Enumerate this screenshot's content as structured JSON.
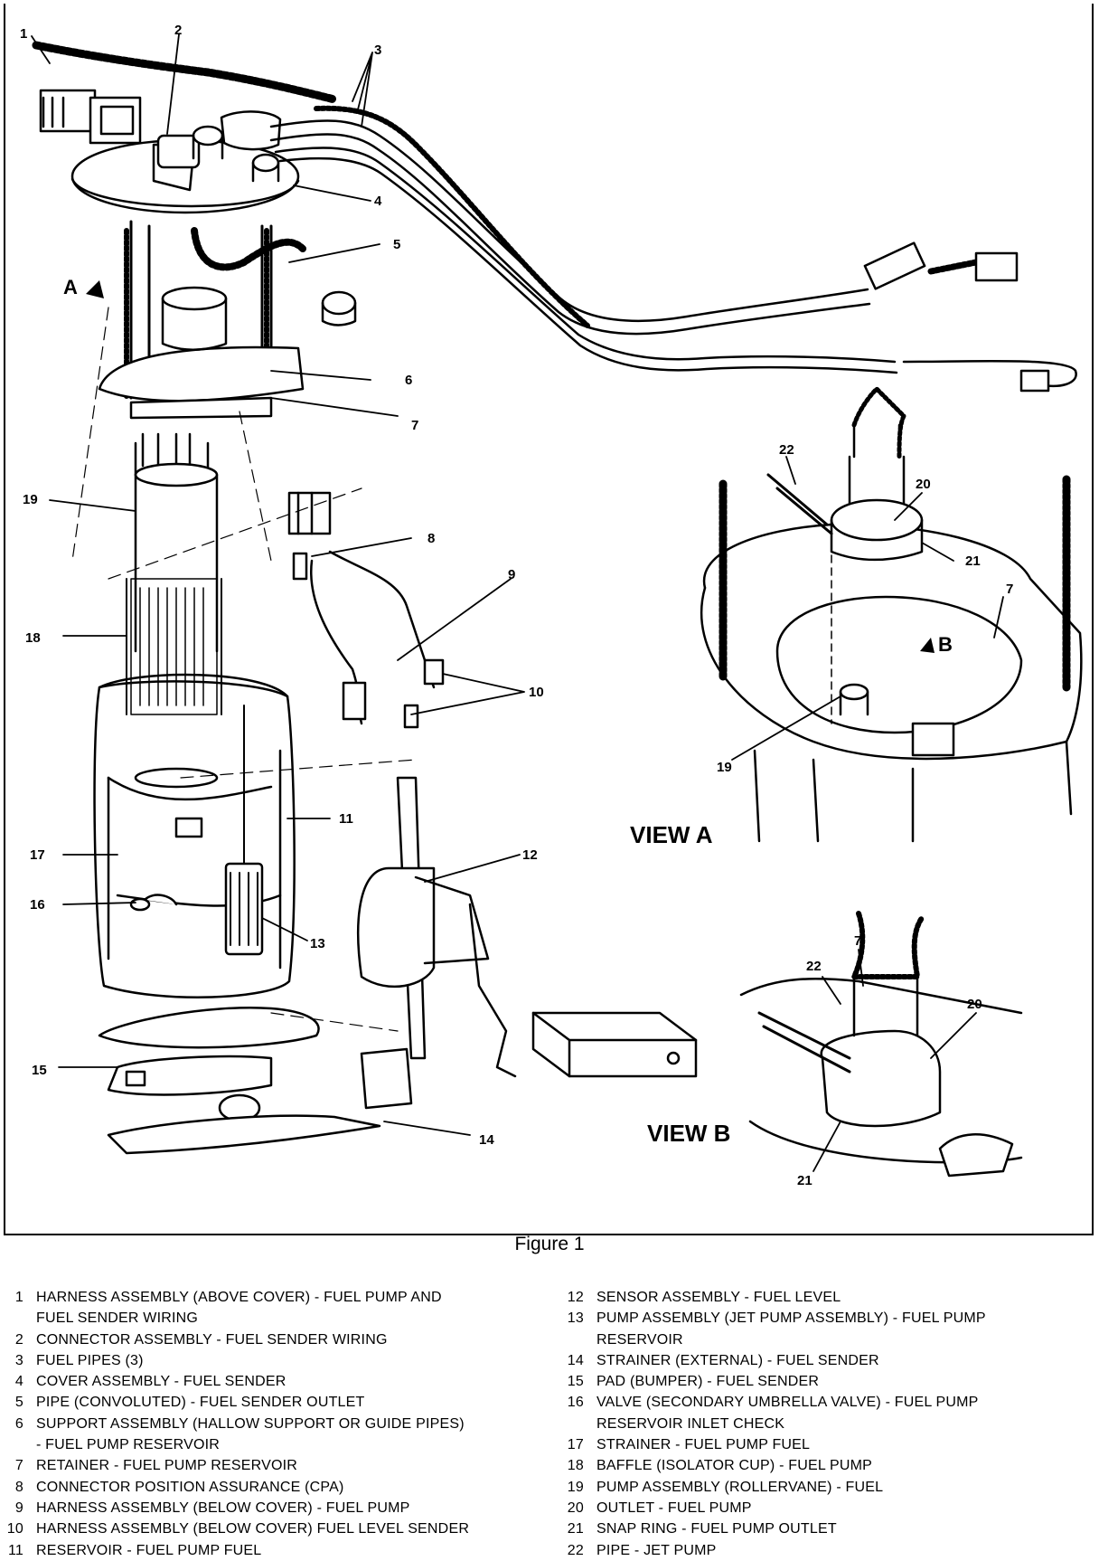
{
  "figure": {
    "caption": "Figure 1",
    "views": {
      "view_a": "VIEW A",
      "view_b": "VIEW B"
    },
    "callouts": {
      "c1": "1",
      "c2": "2",
      "c3": "3",
      "c4": "4",
      "c5": "5",
      "c6": "6",
      "c7": "7",
      "c8": "8",
      "c9": "9",
      "c10": "10",
      "c11": "11",
      "c12": "12",
      "c13": "13",
      "c14": "14",
      "c15": "15",
      "c16": "16",
      "c17": "17",
      "c18": "18",
      "c19": "19",
      "c20": "20",
      "c21": "21",
      "c22": "22",
      "arrow_a": "A",
      "arrow_b": "B",
      "va19": "19",
      "va20": "20",
      "va21": "21",
      "va22": "22",
      "va7": "7",
      "vb7": "7",
      "vb20": "20",
      "vb21": "21",
      "vb22": "22"
    }
  },
  "legend": {
    "left": [
      {
        "num": "1",
        "lines": [
          "HARNESS ASSEMBLY (ABOVE COVER) - FUEL PUMP AND",
          "FUEL SENDER WIRING"
        ]
      },
      {
        "num": "2",
        "lines": [
          "CONNECTOR ASSEMBLY - FUEL SENDER WIRING"
        ]
      },
      {
        "num": "3",
        "lines": [
          "FUEL PIPES (3)"
        ]
      },
      {
        "num": "4",
        "lines": [
          "COVER ASSEMBLY - FUEL SENDER"
        ]
      },
      {
        "num": "5",
        "lines": [
          "PIPE (CONVOLUTED) - FUEL SENDER OUTLET"
        ]
      },
      {
        "num": "6",
        "lines": [
          "SUPPORT ASSEMBLY (HALLOW SUPPORT OR GUIDE PIPES)",
          "- FUEL PUMP RESERVOIR"
        ]
      },
      {
        "num": "7",
        "lines": [
          "RETAINER - FUEL PUMP RESERVOIR"
        ]
      },
      {
        "num": "8",
        "lines": [
          "CONNECTOR POSITION ASSURANCE (CPA)"
        ]
      },
      {
        "num": "9",
        "lines": [
          "HARNESS ASSEMBLY (BELOW COVER) - FUEL PUMP"
        ]
      },
      {
        "num": "10",
        "lines": [
          "HARNESS ASSEMBLY (BELOW COVER) FUEL LEVEL SENDER"
        ]
      },
      {
        "num": "11",
        "lines": [
          "RESERVOIR - FUEL PUMP FUEL"
        ]
      }
    ],
    "right": [
      {
        "num": "12",
        "lines": [
          "SENSOR ASSEMBLY - FUEL LEVEL"
        ]
      },
      {
        "num": "13",
        "lines": [
          "PUMP ASSEMBLY (JET PUMP ASSEMBLY) - FUEL PUMP",
          "RESERVOIR"
        ]
      },
      {
        "num": "14",
        "lines": [
          "STRAINER (EXTERNAL) - FUEL SENDER"
        ]
      },
      {
        "num": "15",
        "lines": [
          "PAD (BUMPER) - FUEL SENDER"
        ]
      },
      {
        "num": "16",
        "lines": [
          "VALVE (SECONDARY UMBRELLA VALVE) - FUEL PUMP",
          "RESERVOIR INLET CHECK"
        ]
      },
      {
        "num": "17",
        "lines": [
          "STRAINER - FUEL PUMP FUEL"
        ]
      },
      {
        "num": "18",
        "lines": [
          "BAFFLE (ISOLATOR CUP) - FUEL PUMP"
        ]
      },
      {
        "num": "19",
        "lines": [
          "PUMP ASSEMBLY (ROLLERVANE) - FUEL"
        ]
      },
      {
        "num": "20",
        "lines": [
          "OUTLET - FUEL PUMP"
        ]
      },
      {
        "num": "21",
        "lines": [
          "SNAP RING - FUEL PUMP OUTLET"
        ]
      },
      {
        "num": "22",
        "lines": [
          "PIPE - JET PUMP"
        ]
      }
    ]
  }
}
